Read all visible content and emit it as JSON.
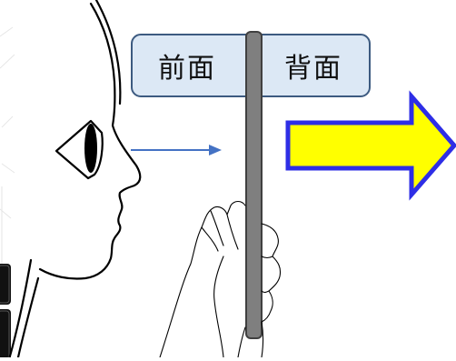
{
  "labels": {
    "front": "前面",
    "back": "背面"
  },
  "colors": {
    "label_fill": "#dce8f5",
    "label_stroke": "#3c5a80",
    "board_fill": "#7f7f7f",
    "board_stroke": "#404040",
    "big_arrow_fill": "#ffff00",
    "big_arrow_stroke": "#2e2ee6",
    "sight_arrow": "#4472c4",
    "line_art": "#000000"
  },
  "icons": {
    "face": "face-profile-line-art",
    "eye": "eye-icon",
    "hand": "hand-line-art",
    "sight_arrow": "arrow-right-icon",
    "direction_arrow": "block-arrow-right-icon"
  }
}
